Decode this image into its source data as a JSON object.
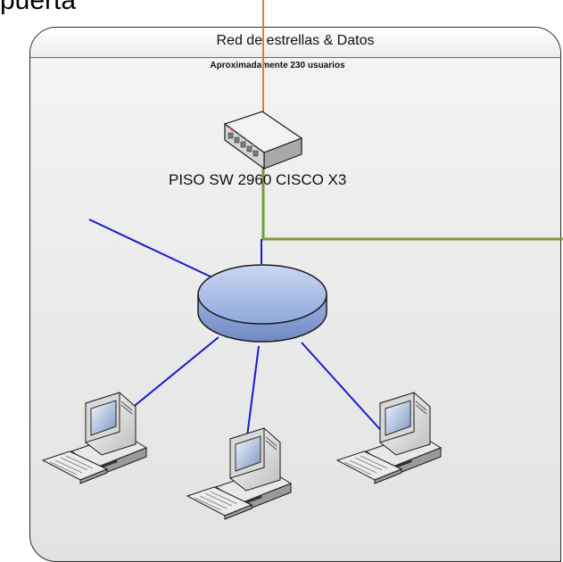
{
  "top_text": "puerta",
  "group": {
    "title": "Red de estrellas & Datos",
    "subtitle": "Aproximadamente 230 usuarios"
  },
  "switch": {
    "label": "PISO SW 2960 CISCO X3",
    "icon": "network-switch-icon"
  },
  "hub": {
    "icon": "hub-icon"
  },
  "computers": [
    {
      "icon": "desktop-computer-icon"
    },
    {
      "icon": "desktop-computer-icon"
    },
    {
      "icon": "desktop-computer-icon"
    }
  ],
  "colors": {
    "star_links": "#1a1acc",
    "orange_link": "#e8782a",
    "green_link": "#7a9a3a",
    "hub_fill": "#a8bde6"
  }
}
